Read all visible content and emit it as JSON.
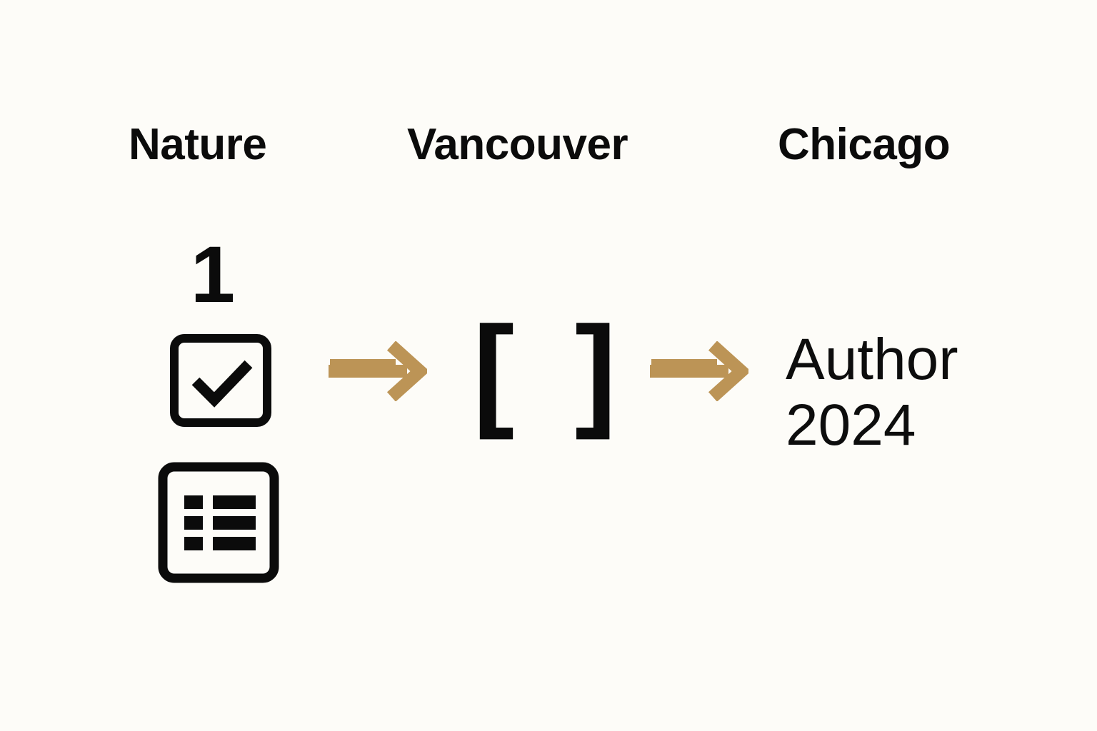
{
  "background_color": "#FDFCF8",
  "ink_color": "#0B0B0B",
  "accent_color": "#BC9456",
  "headings": {
    "nature": "Nature",
    "vancouver": "Vancouver",
    "chicago": "Chicago"
  },
  "stages": {
    "nature": {
      "number": "1",
      "icons": [
        {
          "name": "checkbox-checked-icon",
          "label": "checkbox-checked"
        },
        {
          "name": "list-icon",
          "label": "numbered-list"
        }
      ]
    },
    "vancouver": {
      "bracket_citation": "[ ]"
    },
    "chicago": {
      "author": "Author",
      "year": "2024"
    }
  },
  "arrows": [
    {
      "name": "arrow-right-1",
      "glyph": "arrow-right"
    },
    {
      "name": "arrow-right-2",
      "glyph": "arrow-right"
    }
  ]
}
